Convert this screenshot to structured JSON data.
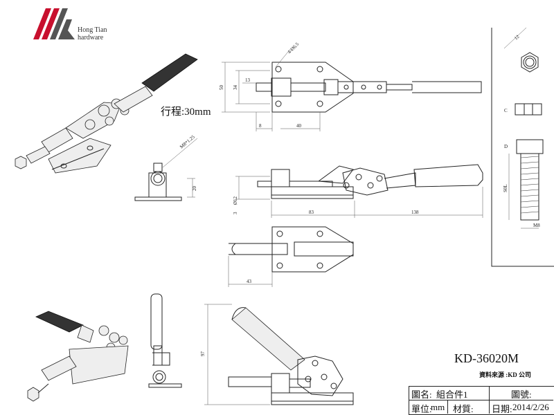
{
  "brand": {
    "name": "Hong Tian",
    "subtitle": "hardware"
  },
  "stroke_label": "行程:30mm",
  "model_number": "KD-36020M",
  "data_source": "資料來源 :KD 公司",
  "title_block": {
    "drawing_name_label": "圖名:",
    "drawing_name_value": "組合件1",
    "drawing_no_label": "圖號:",
    "unit_label": "單位:",
    "unit_value": "mm",
    "material_label": "材質:",
    "date_label": "日期:",
    "date_value": "2014/2/26"
  },
  "dimensions": {
    "top_view": {
      "bolt_note": "4-Ø6.5",
      "height_total": "50",
      "height_inner": "34",
      "offset": "13",
      "left_gap": "8",
      "width": "40"
    },
    "front_view": {
      "rod_dia": "Ø12",
      "base_thk": "3",
      "base_len": "83",
      "handle_len": "138"
    },
    "end_view": {
      "thread": "M8*1.25",
      "height": "20"
    },
    "bottom_view": {
      "width": "43"
    },
    "side_view": {
      "height": "97"
    },
    "bolt_detail": {
      "hex": "12",
      "head_h": "C",
      "thread_len": "S0L",
      "dia": "D",
      "size": "M8"
    }
  },
  "colors": {
    "line": "#222222",
    "logo_red": "#c8102e",
    "logo_gray": "#555555"
  }
}
